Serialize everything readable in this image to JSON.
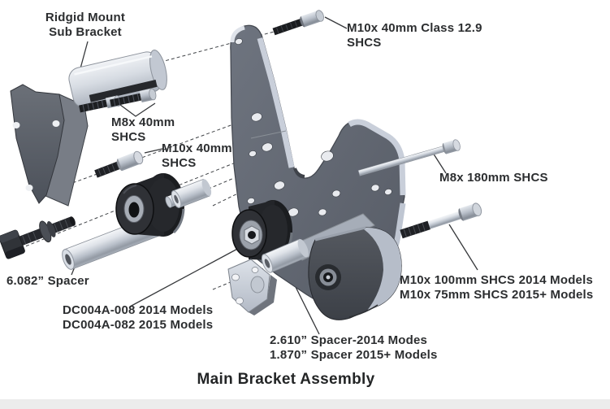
{
  "title": "Main Bracket Assembly",
  "labels": {
    "sub_bracket": [
      "Ridgid Mount",
      "Sub Bracket"
    ],
    "m10_40_class": [
      "M10x 40mm Class 12.9",
      "SHCS"
    ],
    "m8_40": [
      "M8x 40mm",
      "SHCS"
    ],
    "m10_40": [
      "M10x 40mm",
      "SHCS"
    ],
    "m8_180": [
      "M8x 180mm SHCS"
    ],
    "spacer_6082": [
      "6.082” Spacer"
    ],
    "mount_models": [
      "DC004A-008 2014 Models",
      "DC004A-082 2015 Models"
    ],
    "spacer_models": [
      "2.610” Spacer-2014 Modes",
      "1.870” Spacer 2015+ Models"
    ],
    "bolt_models": [
      "M10x 100mm SHCS 2014 Models",
      "M10x 75mm SHCS 2015+ Models"
    ]
  },
  "colors": {
    "background": "#ffffff",
    "label_text": "#2c2e30",
    "metal_light": "#d6dbe2",
    "plate_gray": "#5b6068",
    "rubber_black": "#1b1d20"
  }
}
